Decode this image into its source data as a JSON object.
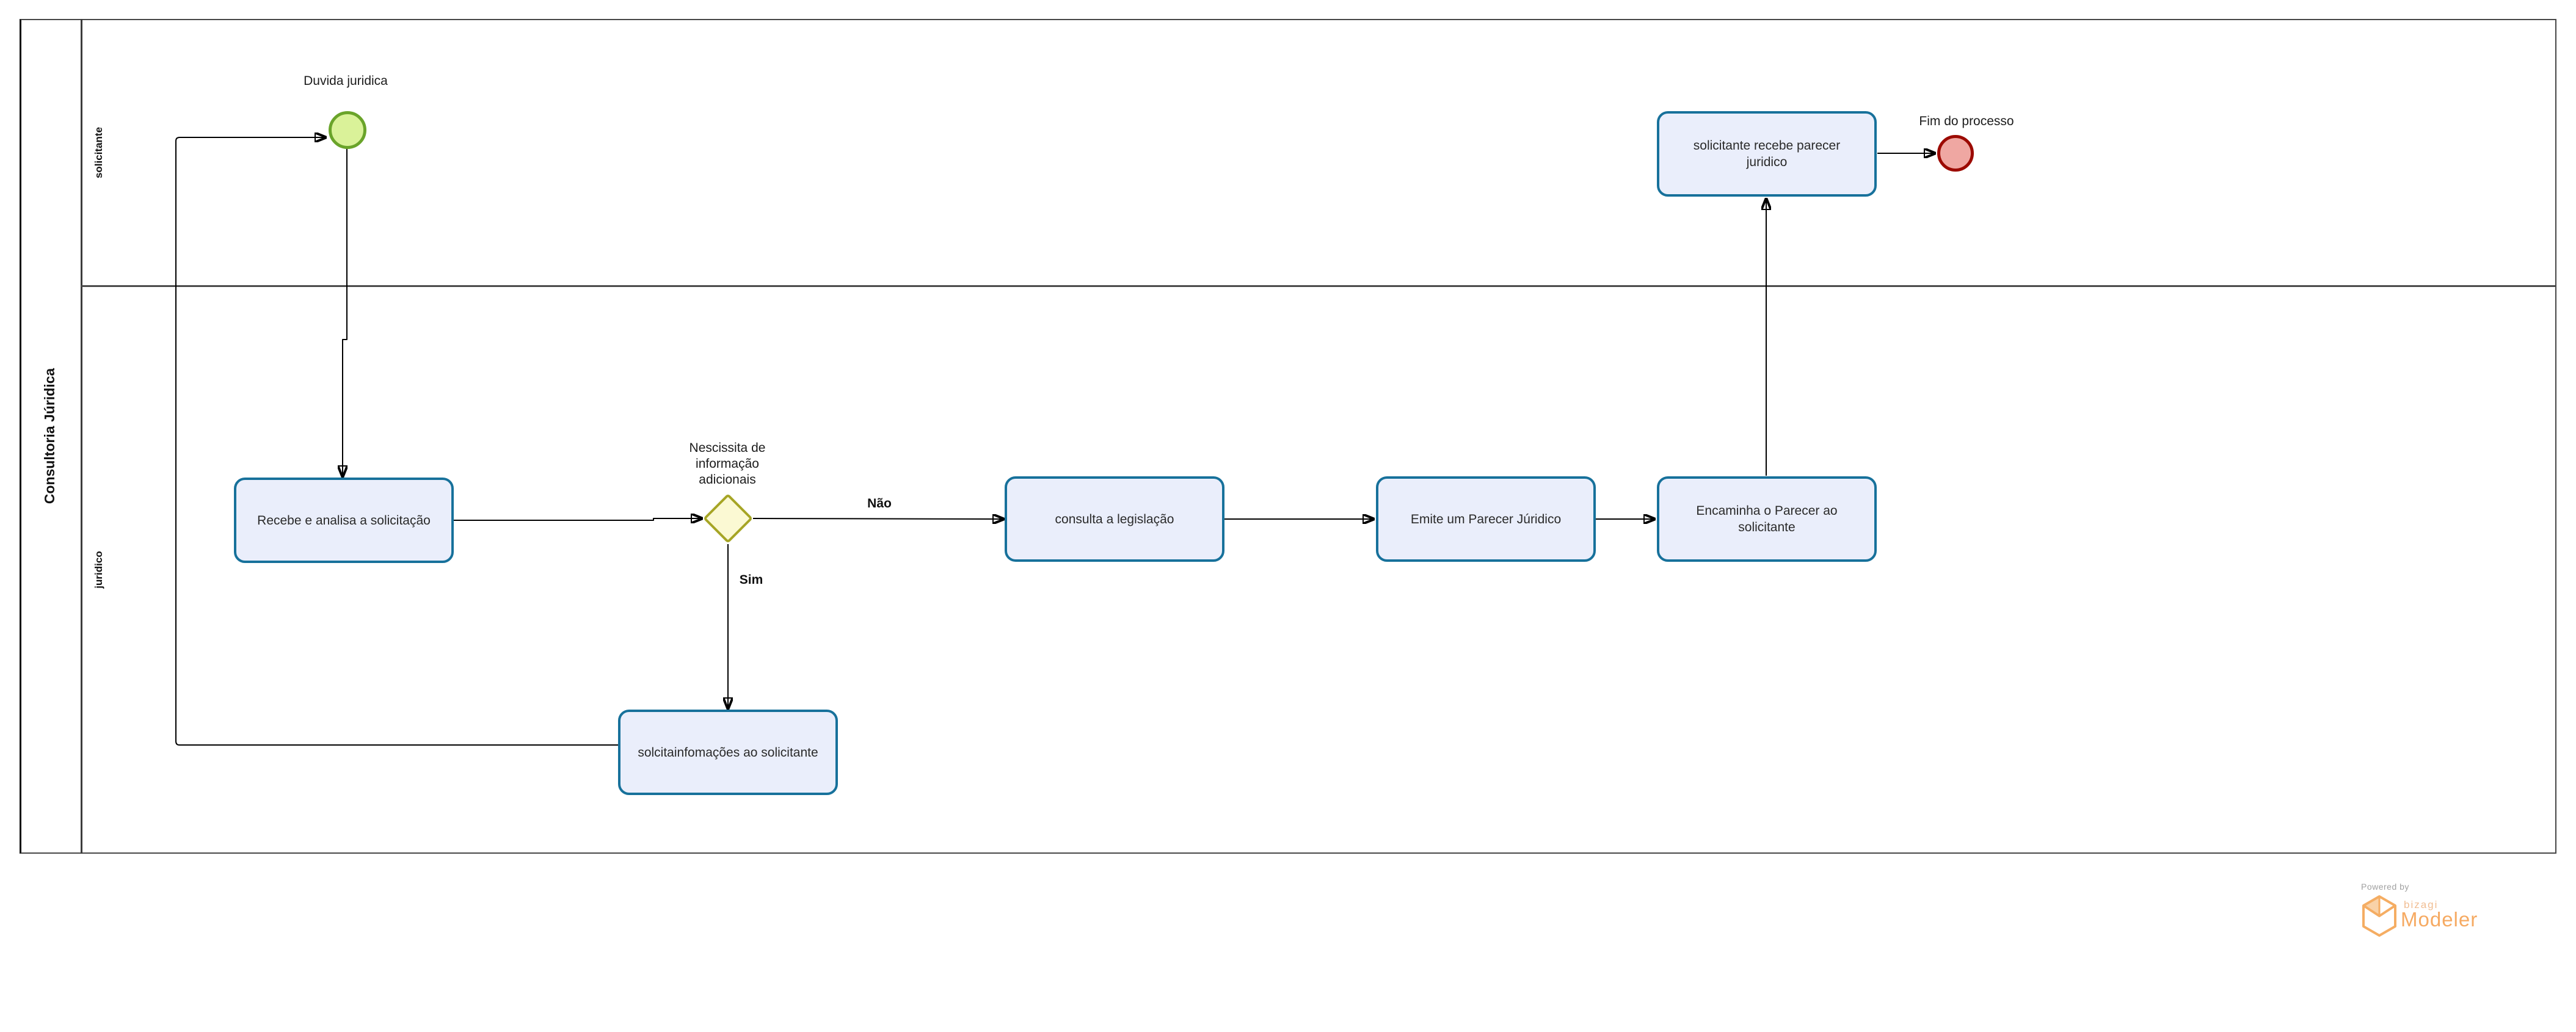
{
  "pool": {
    "name": "Consultoria Júridica",
    "lanes": [
      "solicitante",
      "juridico"
    ]
  },
  "nodes": {
    "start": {
      "label": "Duvida juridica"
    },
    "recebe": {
      "label": "Recebe e analisa a solicitação"
    },
    "gateway": {
      "label": "Nescissita de informação adicionais"
    },
    "consulta": {
      "label": "consulta a legislação"
    },
    "emite": {
      "label": "Emite um Parecer Júridico"
    },
    "encaminha": {
      "label": "Encaminha o Parecer ao solicitante"
    },
    "solicita_info": {
      "label": "solcitainfomações ao solicitante"
    },
    "recebe_parecer": {
      "label": "solicitante recebe parecer juridico"
    },
    "end": {
      "label": "Fim do processo"
    }
  },
  "edge_labels": {
    "nao": "Não",
    "sim": "Sim"
  },
  "footer": {
    "powered_by": "Powered by",
    "brand": "bizagi",
    "product": "Modeler"
  },
  "colors": {
    "task_fill": "#eaeefb",
    "task_border": "#17719b",
    "start_fill": "#daf299",
    "start_border": "#6aa42a",
    "end_fill": "#efa7a2",
    "end_border": "#9c0a01",
    "gateway_fill": "#fbf9d3",
    "gateway_border": "#a6a525",
    "pool_line": "#3c3c3c",
    "flow_line": "#000000",
    "logo_orange": "#f6aa62"
  }
}
